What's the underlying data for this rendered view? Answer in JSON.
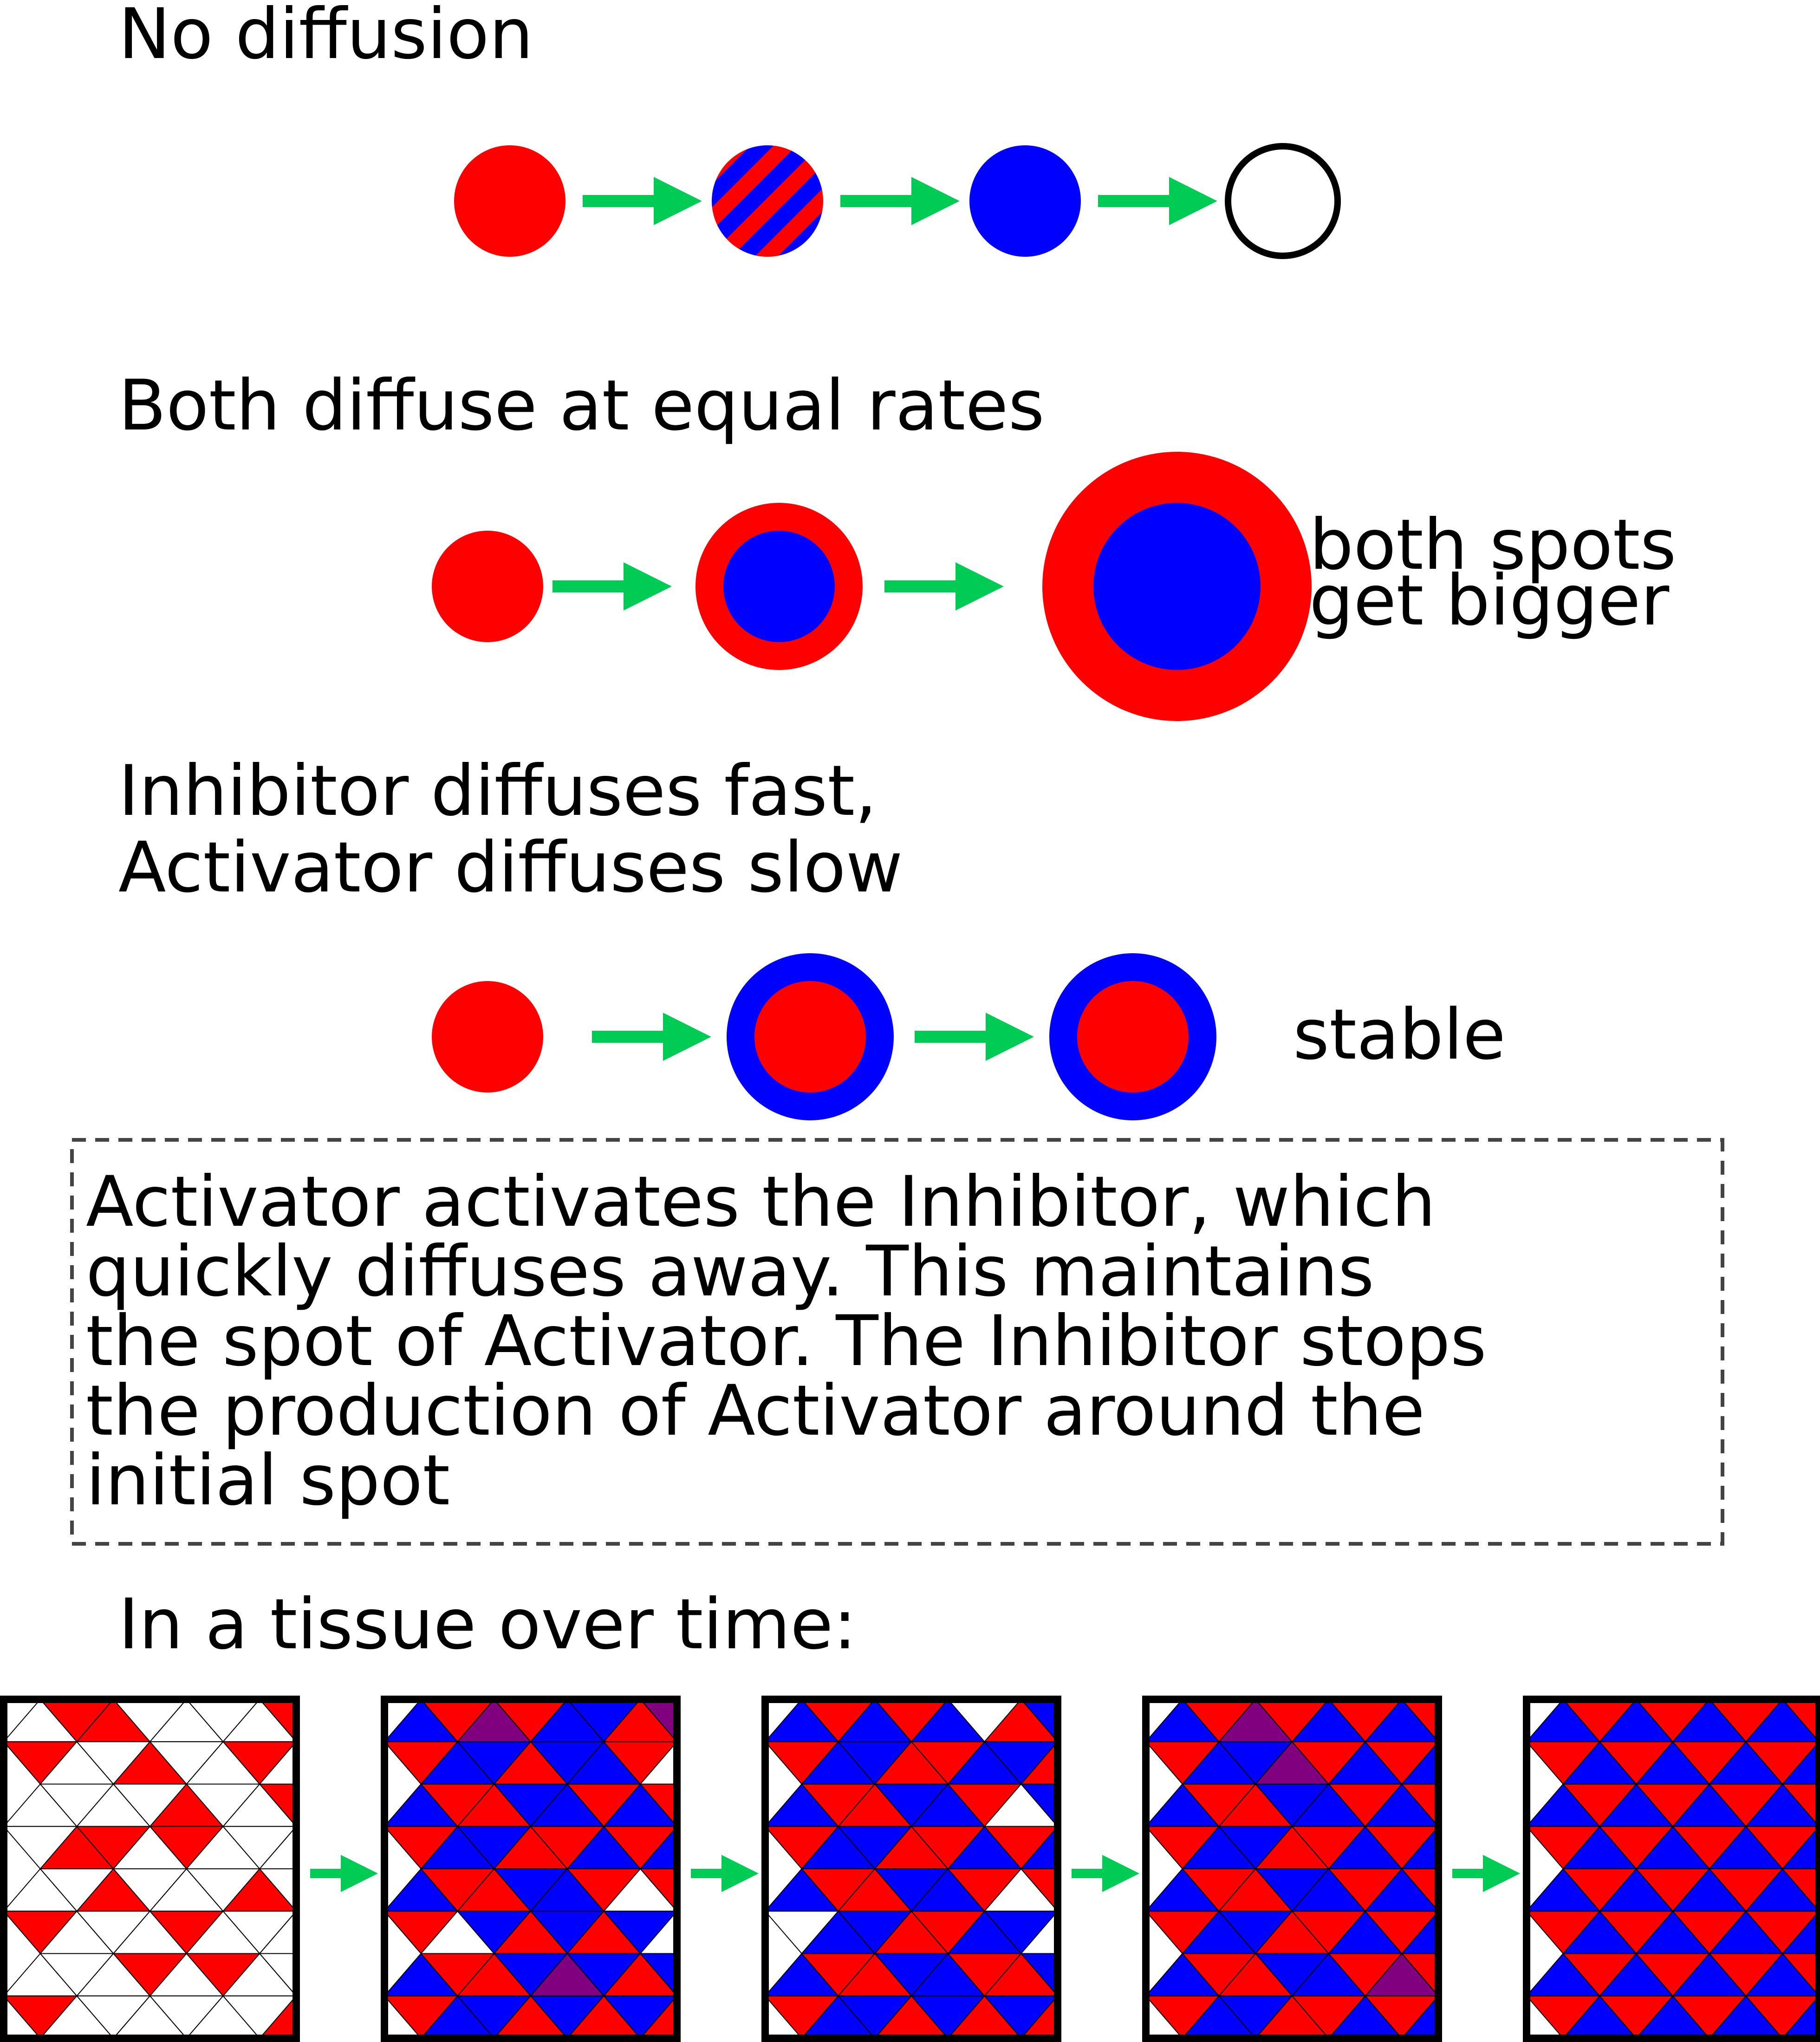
{
  "colors": {
    "activator": "#ff0000",
    "inhibitor": "#0000ff",
    "mixed": "#800080",
    "arrow": "#00cc55",
    "ink": "#000000",
    "box_border": "#444444"
  },
  "sections": {
    "no_diffusion": {
      "title": "No diffusion"
    },
    "equal_rates": {
      "title": "Both diffuse at equal rates",
      "note_line1": "both spots",
      "note_line2": "get bigger"
    },
    "fast_slow": {
      "title_line1": "Inhibitor diffuses fast,",
      "title_line2": "Activator diffuses slow",
      "note": "stable"
    },
    "explanation": {
      "lines": [
        "Activator activates the Inhibitor, which",
        "quickly diffuses away.  This maintains",
        "the spot of Activator.  The Inhibitor stops",
        "the production of Activator around the",
        "initial spot"
      ]
    },
    "tissue": {
      "title": "In a tissue over time:"
    }
  },
  "tissue_panels": [
    {
      "rows": [
        "WRRWWWWR",
        "RWWRWWRW",
        "WWWWRWWR",
        "WRRWRWWW",
        "WWRWWWRW",
        "RWWWRWWW",
        "WWWRWRWW",
        "RWWWWWWR"
      ]
    },
    {
      "rows": [
        "BRPRBBRP",
        "RBBRBBRW",
        "BRRBBRBR",
        "RBBRRBRB",
        "BRRBBRWR",
        "RWBRBRBW",
        "BRRBPBRB",
        "RBBRBRBR"
      ]
    },
    {
      "rows": [
        "BRBRBWRB",
        "RBBRRBBR",
        "BRRBBRWB",
        "RBBRRBRB",
        "BRRBBRWR",
        "WBBRRBBW",
        "BRRBBRRB",
        "RBBRBRBR"
      ]
    },
    {
      "rows": [
        "BRPRBRBR",
        "RBBPRBRB",
        "BRRBBRBR",
        "RBBRRBRB",
        "BRRBBRBR",
        "RBBRRBRB",
        "BRRBBRPR",
        "RBBRRBRB"
      ]
    },
    {
      "rows": [
        "BRBRBRBR",
        "RBRBRBRB",
        "BRBRBRBR",
        "RBRBRBRB",
        "BRBRBRBR",
        "RBRBRBRB",
        "BRBRBRBR",
        "RBRBRBRB"
      ]
    }
  ]
}
